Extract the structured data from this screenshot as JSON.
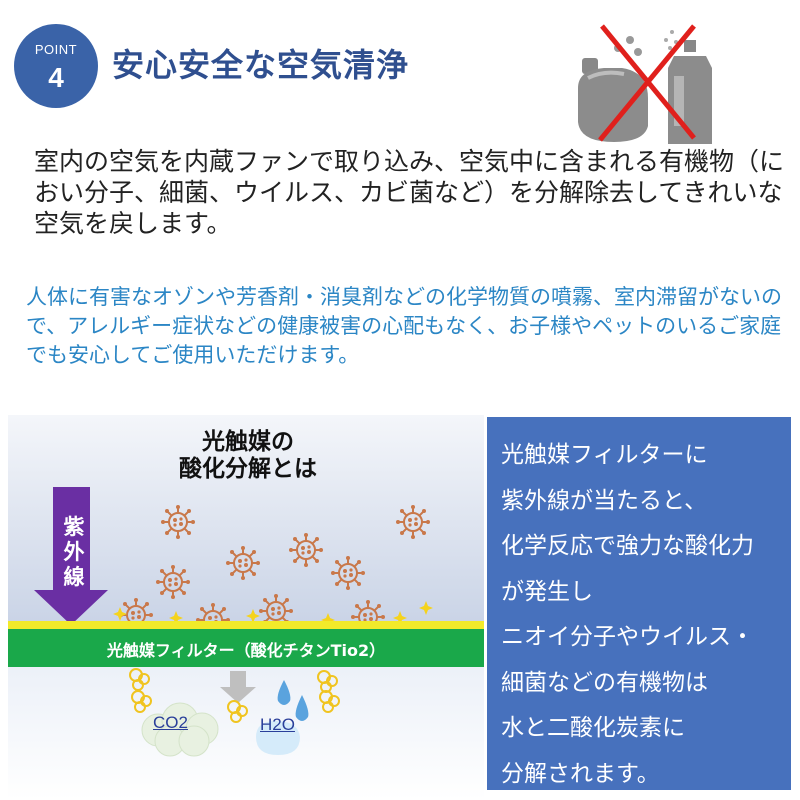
{
  "header": {
    "badge_label": "POINT",
    "badge_number": "4",
    "title": "安心安全な空気清浄"
  },
  "icons": {
    "no_spray": "no-aerosol-spray-icon"
  },
  "paragraph1": "室内の空気を内蔵ファンで取り込み、空気中に含まれる有機物（におい分子、細菌、ウイルス、カビ菌など）を分解除去してきれいな空気を戻します。",
  "paragraph2": "人体に有害なオゾンや芳香剤・消臭剤などの化学物質の噴霧、室内滞留がないので、アレルギー症状などの健康被害の心配もなく、お子様やペットのいるご家庭でも安心してご使用いただけます。",
  "diagram": {
    "title_line1": "光触媒の",
    "title_line2": "酸化分解とは",
    "uv_label": "紫外線",
    "filter_label": "光触媒フィルター（酸化チタンTio2）",
    "co2_label": "CO2",
    "h2o_label": "H2O"
  },
  "info_box": {
    "lines": [
      "光触媒フィルターに",
      "紫外線が当たると、",
      "化学反応で強力な酸化力",
      "が発生し",
      "ニオイ分子やウイルス・",
      "細菌などの有機物は",
      "水と二酸化炭素に",
      "分解されます。"
    ]
  },
  "colors": {
    "badge": "#3a63a8",
    "title": "#2f4f8f",
    "accent_text": "#2b86c5",
    "info_box": "#4771bd",
    "filter_green": "#1aa84a",
    "filter_yellow": "#f2ea2a",
    "uv_arrow": "#6a2fa3",
    "virus": "#c9784a"
  }
}
